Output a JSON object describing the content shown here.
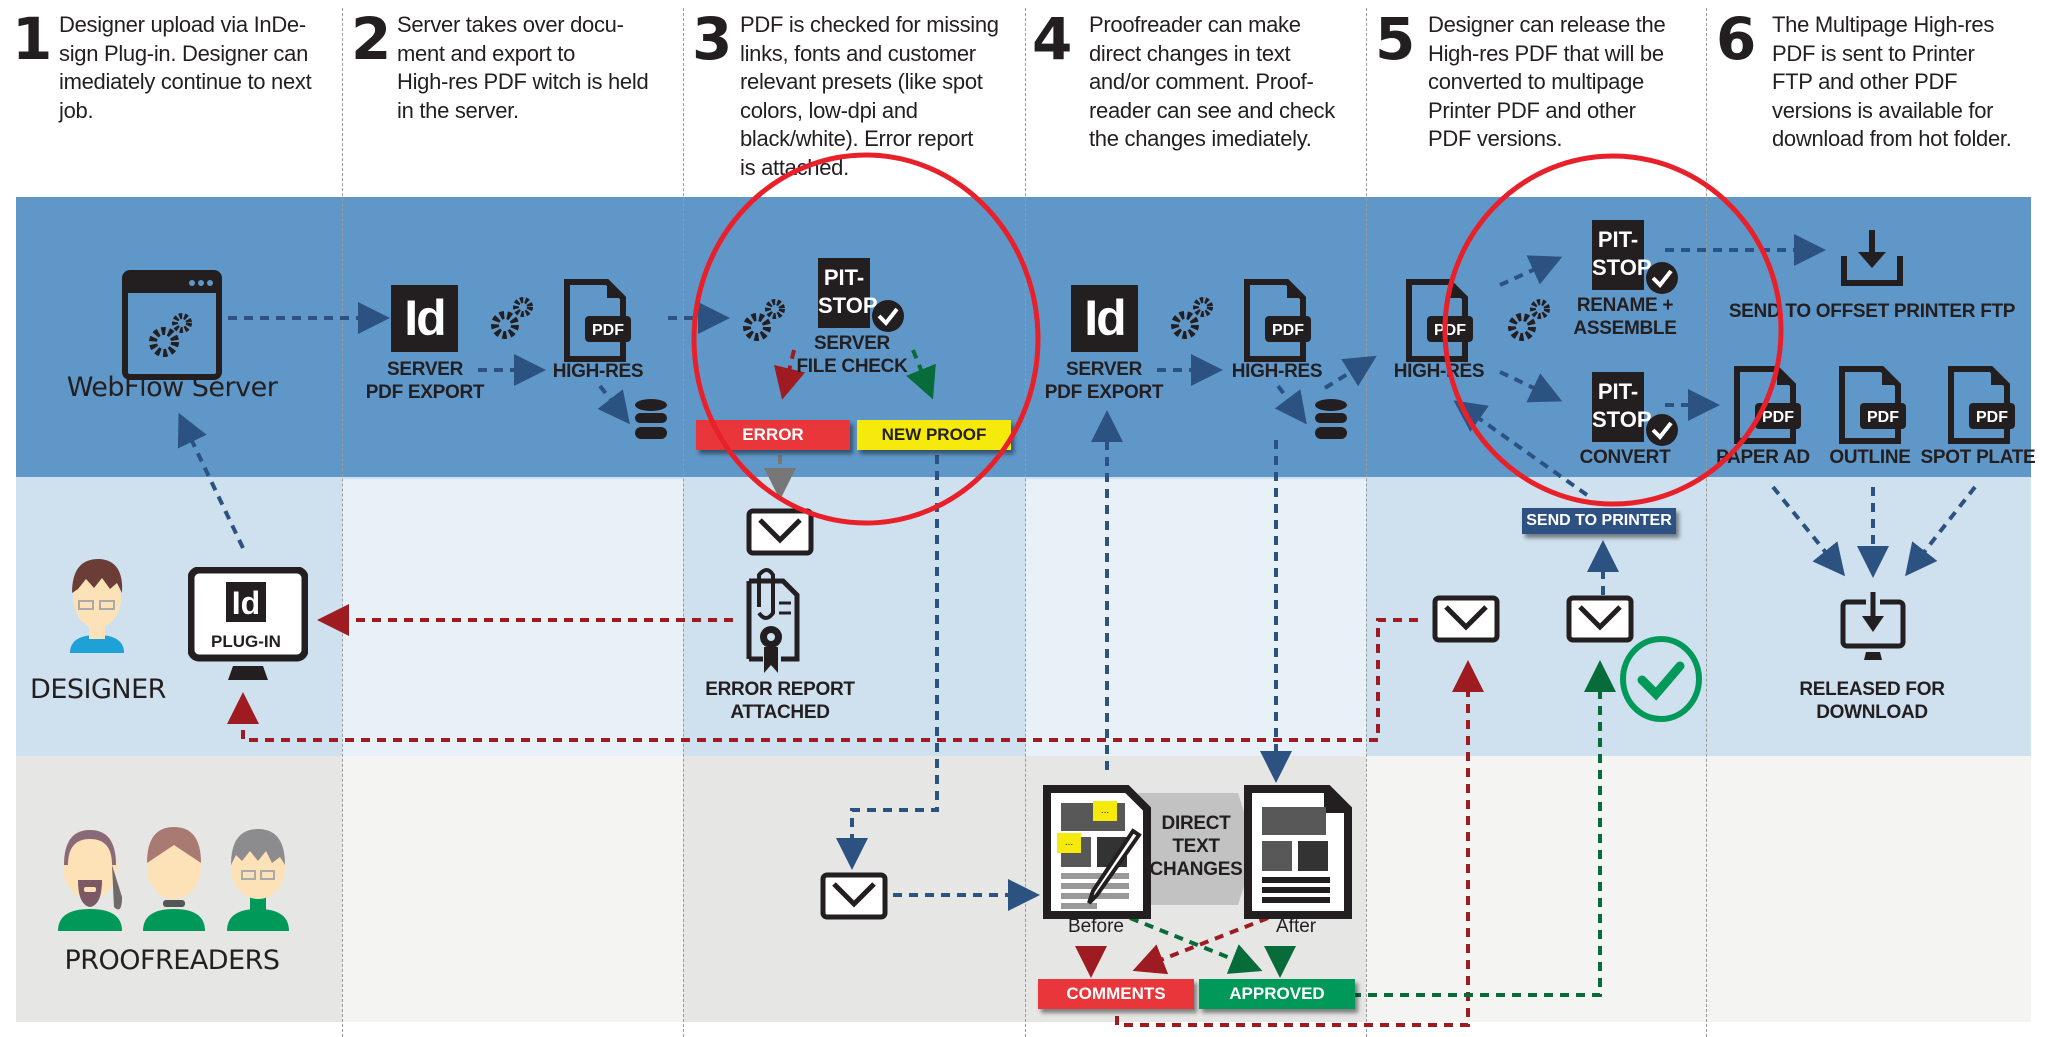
{
  "steps": [
    {
      "number": "1",
      "lines": [
        "Designer upload via InDe-",
        "sign Plug-in. Designer can",
        "imediately continue to next",
        "job."
      ]
    },
    {
      "number": "2",
      "lines": [
        "Server takes over docu-",
        "ment and export to",
        "High-res PDF witch is held",
        "in the server."
      ]
    },
    {
      "number": "3",
      "lines": [
        "PDF is checked for missing",
        "links, fonts and customer",
        "relevant presets (like spot",
        "colors, low-dpi and",
        "black/white). Error report",
        "is attached."
      ]
    },
    {
      "number": "4",
      "lines": [
        "Proofreader can make",
        "direct changes in text",
        "and/or comment. Proof-",
        "reader can see and check",
        "the changes imediately."
      ]
    },
    {
      "number": "5",
      "lines": [
        "Designer can release the",
        "High-res PDF that will be",
        "converted to multipage",
        "Printer PDF and other",
        "PDF versions."
      ]
    },
    {
      "number": "6",
      "lines": [
        "The Multipage High-res",
        "PDF is sent to Printer",
        "FTP and other PDF",
        "versions is available for",
        "download from hot folder."
      ]
    }
  ],
  "lanes": {
    "server": {
      "title": "WebFlow Server"
    },
    "designer": {
      "title": "DESIGNER"
    },
    "proofreaders": {
      "title": "PROOFREADERS"
    }
  },
  "server_lane": {
    "id_icon_text": "Id",
    "pdf_badge": "PDF",
    "pitstop_line1": "PIT-",
    "pitstop_line2": "STOP",
    "server_export": [
      "SERVER",
      "PDF EXPORT"
    ],
    "high_res": "HIGH-RES",
    "file_check": [
      "SERVER",
      "FILE CHECK"
    ],
    "error_tag": "ERROR",
    "new_proof_tag": "NEW PROOF",
    "rename_assemble": [
      "RENAME +",
      "ASSEMBLE"
    ],
    "convert": "CONVERT",
    "send_offset_ftp": "SEND TO OFFSET PRINTER FTP",
    "outputs": [
      "PAPER AD",
      "OUTLINE",
      "SPOT PLATE"
    ]
  },
  "designer_lane": {
    "plugin": "PLUG-IN",
    "error_report": [
      "ERROR REPORT",
      "ATTACHED"
    ],
    "send_to_printer": "SEND TO PRINTER",
    "released": [
      "RELEASED FOR",
      "DOWNLOAD"
    ]
  },
  "proof_lane": {
    "direct_changes": [
      "DIRECT",
      "TEXT",
      "CHANGES"
    ],
    "before": "Before",
    "after": "After",
    "comments_tag": "COMMENTS",
    "approved_tag": "APPROVED",
    "bubble": "..."
  },
  "colors": {
    "server_lane": "#6097c9",
    "designer_lane": "#cfe0ee",
    "designer_lane_alt": "#e9f1f8",
    "proof_lane": "#e6e6e5",
    "proof_lane_alt": "#f4f4f2",
    "highlight_circle": "#e8202a",
    "flow_blue": "#2c5282",
    "flow_red": "#9e1b22",
    "flow_green": "#086b3a",
    "error_red": "#e8363a",
    "proof_yellow": "#f5ea0c",
    "approved_green": "#00995a",
    "send_blue": "#2e5184"
  }
}
